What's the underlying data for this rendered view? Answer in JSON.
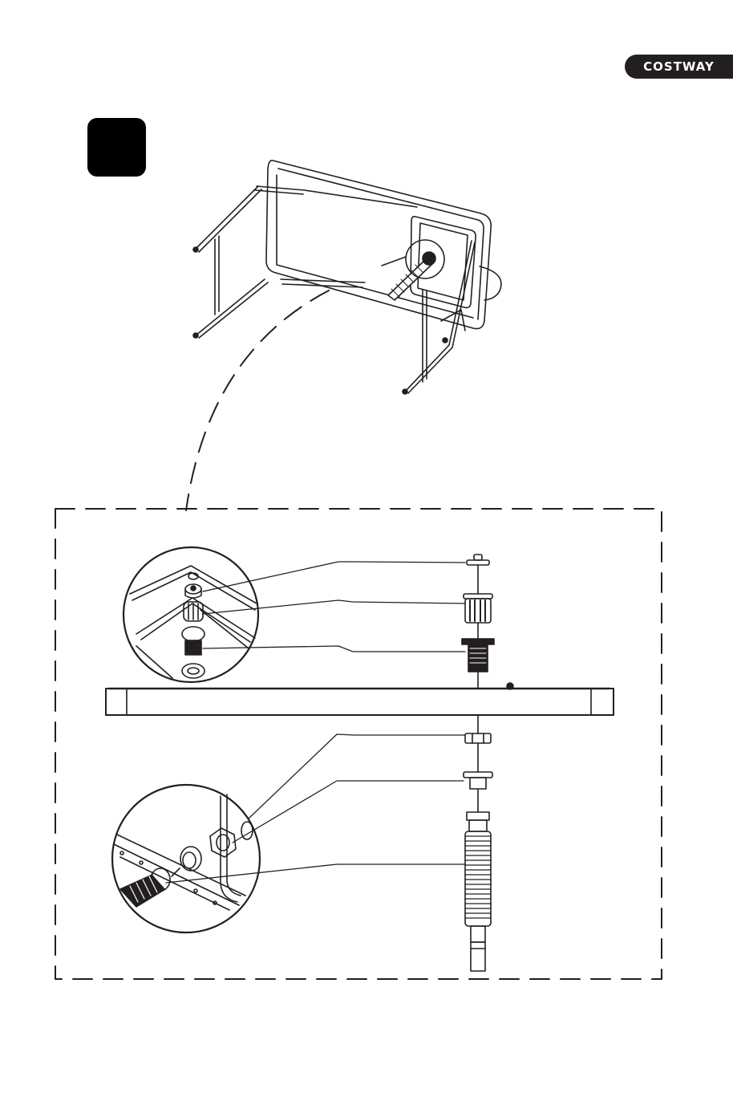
{
  "brand": {
    "name": "COSTWAY"
  },
  "step": {
    "number": ""
  },
  "colors": {
    "ink": "#231f20",
    "badge": "#231f20"
  },
  "parts": [
    {
      "id": "drain-cap",
      "icon": "drain-cap-icon"
    },
    {
      "id": "strainer-basket",
      "icon": "strainer-icon"
    },
    {
      "id": "drain-body",
      "icon": "drain-body-icon"
    },
    {
      "id": "lock-nut",
      "icon": "lock-nut-icon"
    },
    {
      "id": "hose-adapter",
      "icon": "adapter-icon"
    },
    {
      "id": "drain-hose",
      "icon": "hose-icon"
    }
  ]
}
